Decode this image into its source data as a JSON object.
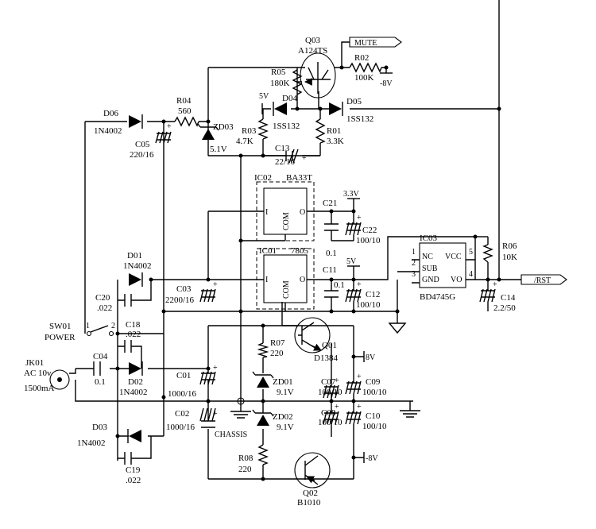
{
  "components": {
    "D06": {
      "ref": "D06",
      "value": "1N4002"
    },
    "R04": {
      "ref": "R04",
      "value": "560"
    },
    "ZD03": {
      "ref": "ZD03",
      "value": "5.1V"
    },
    "C05": {
      "ref": "C05",
      "value": "220/16"
    },
    "Q03": {
      "ref": "Q03",
      "value": "A124TS"
    },
    "R05": {
      "ref": "R05",
      "value": "180K"
    },
    "R02": {
      "ref": "R02",
      "value": "100K"
    },
    "D04": {
      "ref": "D04",
      "value": "1SS132"
    },
    "D05": {
      "ref": "D05",
      "value": "1SS132"
    },
    "R03": {
      "ref": "R03",
      "value": "4.7K"
    },
    "R01": {
      "ref": "R01",
      "value": "3.3K"
    },
    "C13": {
      "ref": "C13",
      "value": "22/16"
    },
    "IC02": {
      "ref": "IC02",
      "value": "BA33T"
    },
    "IC01": {
      "ref": "IC01",
      "value": "7805"
    },
    "IC03": {
      "ref": "IC03",
      "value": "BD4745G"
    },
    "C21": {
      "ref": "C21",
      "value": "0.1"
    },
    "C22": {
      "ref": "C22",
      "value": "100/10"
    },
    "C11": {
      "ref": "C11",
      "value": "0.1"
    },
    "C12": {
      "ref": "C12",
      "value": "100/10"
    },
    "R06": {
      "ref": "R06",
      "value": "10K"
    },
    "C14": {
      "ref": "C14",
      "value": "2.2/50"
    },
    "D01": {
      "ref": "D01",
      "value": "1N4002"
    },
    "C20": {
      "ref": "C20",
      "value": ".022"
    },
    "C03": {
      "ref": "C03",
      "value": "2200/16"
    },
    "C18": {
      "ref": "C18",
      "value": ".022"
    },
    "C04": {
      "ref": "C04",
      "value": "0.1"
    },
    "D02": {
      "ref": "D02",
      "value": "1N4002"
    },
    "C01": {
      "ref": "C01",
      "value": "1000/16"
    },
    "C02": {
      "ref": "C02",
      "value": "1000/16"
    },
    "D03": {
      "ref": "D03",
      "value": "1N4002"
    },
    "C19": {
      "ref": "C19",
      "value": ".022"
    },
    "R07": {
      "ref": "R07",
      "value": "220"
    },
    "Q01": {
      "ref": "Q01",
      "value": "D1384"
    },
    "ZD01": {
      "ref": "ZD01",
      "value": "9.1V"
    },
    "ZD02": {
      "ref": "ZD02",
      "value": "9.1V"
    },
    "C07": {
      "ref": "C07",
      "value": "100/10"
    },
    "C08": {
      "ref": "C08",
      "value": "100/10"
    },
    "C09": {
      "ref": "C09",
      "value": "100/10"
    },
    "C10": {
      "ref": "C10",
      "value": "100/10"
    },
    "R08": {
      "ref": "R08",
      "value": "220"
    },
    "Q02": {
      "ref": "Q02",
      "value": "B1010"
    }
  },
  "sw01": {
    "ref": "SW01",
    "label": "POWER",
    "pin1": "1",
    "pin2": "2"
  },
  "jk01": {
    "ref": "JK01",
    "line1": "AC 10v",
    "line2": "1500mA"
  },
  "ic_pins": {
    "i": "I",
    "o": "O",
    "com": "COM",
    "nc": "NC",
    "vcc": "VCC",
    "sub": "SUB",
    "gnd": "GND",
    "vo": "VO",
    "p1": "1",
    "p2": "2",
    "p3": "3",
    "p4": "4",
    "p5": "5"
  },
  "nets": {
    "mute": "MUTE",
    "rst": "/RST",
    "v5": "5V",
    "v33": "3.3V",
    "v5b": "5V",
    "p8v": "8V",
    "n8v": "-8V",
    "n8v_r02": "-8V",
    "chassis": "CHASSIS"
  }
}
